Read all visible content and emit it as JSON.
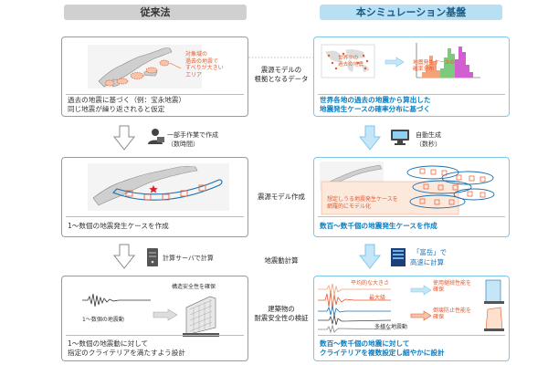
{
  "headers": {
    "left": "従来法",
    "right": "本シミュレーション基盤"
  },
  "stages": {
    "basis": "震源モデルの\n根拠となるデータ",
    "model": "震源モデル作成",
    "ground_motion": "地震動計算",
    "verification": "建築物の\n耐震安全性の検証"
  },
  "left": {
    "panel1": {
      "annotation": "対象域の\n過去の地震で\nすべりが大きい\nエリア",
      "caption_line1": "過去の地震に基づく（例：宝永地震）",
      "caption_line2": "同じ地震が繰り返されると仮定"
    },
    "work_note": "一部手作業で作成\n（数時間）",
    "panel2": {
      "caption": "1～数個の地震発生ケースを作成"
    },
    "compute_note": "計算サーバで計算",
    "panel3": {
      "structure_label": "構造安全性を確保",
      "motion_label": "1～数個の地震動",
      "caption_line1": "1～数個の地震動に対して",
      "caption_line2": "指定のクライテリアを満たすよう設計"
    }
  },
  "right": {
    "panel1": {
      "map_label": "世界中の\n過去の地震",
      "dist_label": "地震発生ケースの\n確率分布",
      "caption_line1": "世界各地の過去の地震から算出した",
      "caption_line2": "地震発生ケースの確率分布に基づく"
    },
    "auto_note": "自動生成\n（数秒）",
    "panel2": {
      "annotation": "想定しうる地震発生ケースを\n網羅的にモデル化",
      "caption": "数百～数千個の地震発生ケースを作成"
    },
    "compute_note_a": "「富岳」で",
    "compute_note_b": "高速に計算",
    "panel3": {
      "avg_label": "平均的な大きさ",
      "max_label": "最大級",
      "various_label": "多様な地震動",
      "usability_label": "使用継続性能を\n確保",
      "collapse_label": "倒壊防止性能を\n確保",
      "caption_line1": "数百～数千個の地震に対して",
      "caption_line2": "クライテリアを複数設定し細やかに設計"
    }
  },
  "colors": {
    "accent_orange": "#e8582a",
    "accent_blue": "#0e7fc0",
    "fill_orange": "#f6c4a8",
    "fill_blue": "#c5e6f7"
  }
}
